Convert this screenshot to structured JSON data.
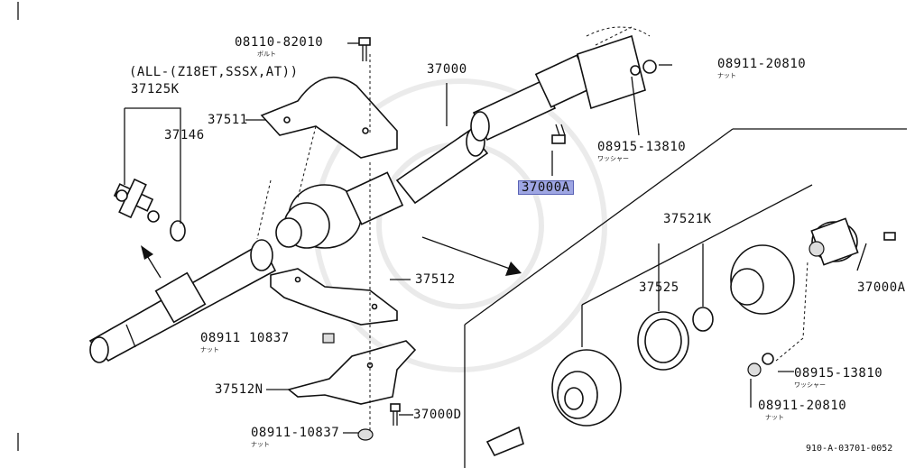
{
  "diagram": {
    "labels": {
      "bolt_code": "08110-82010",
      "bolt_sub": "ボルト",
      "group_note": "(ALL-(Z18ET,SSSX,AT))",
      "p37125k": "37125K",
      "p37146": "37146",
      "p37511": "37511",
      "p37000": "37000",
      "nut_top": "08911-20810",
      "nut_top_sub": "ナット",
      "washer_top": "08915-13810",
      "washer_top_sub": "ワッシャー",
      "p37000a_highlight": "37000A",
      "p37521k": "37521K",
      "p37525": "37525",
      "p37512": "37512",
      "nut_mid": "08911",
      "nut_mid_sub": "ナット",
      "nut_mid_code": "10837",
      "p37000a_right": "37000A",
      "washer_right": "08915-13810",
      "washer_right_sub": "ワッシャー",
      "nut_right": "08911-20810",
      "nut_right_sub": "ナット",
      "p37512n": "37512N",
      "p37000d": "37000D",
      "nut_bottom": "08911-10837",
      "nut_bottom_sub": "ナット",
      "figure_code": "910-A-03701-0052"
    },
    "highlight_color": "#9ea6e3"
  }
}
